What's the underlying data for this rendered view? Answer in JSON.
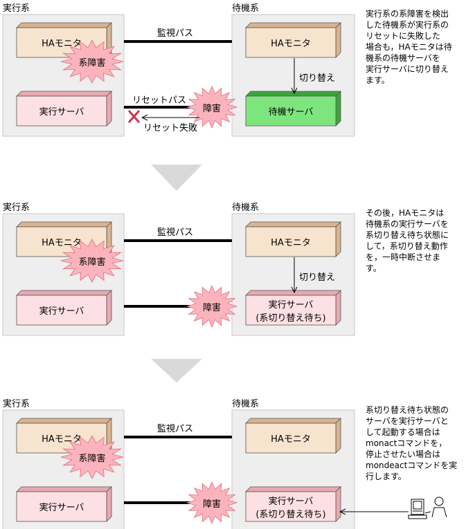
{
  "panels": [
    {
      "left_group": "実行系",
      "right_group": "待機系",
      "active_monitor": "HAモニタ",
      "system_fault": "系障害",
      "active_server": "実行サーバ",
      "monitor_path": "監視パス",
      "standby_monitor": "HAモニタ",
      "switch_label": "切り替え",
      "reset_path": "リセットパス",
      "reset_failed": "リセット失敗",
      "fault": "障害",
      "standby_server_line1": "待機サーバ",
      "standby_server_line2": "",
      "description": "実行系の系障害を検出\nした待機系が実行系の\nリセットに失敗した\n場合も，HAモニタは待\n機系の待機サーバを\n実行サーバに切り替え\nます。"
    },
    {
      "left_group": "実行系",
      "right_group": "待機系",
      "active_monitor": "HAモニタ",
      "system_fault": "系障害",
      "active_server": "実行サーバ",
      "monitor_path": "監視パス",
      "standby_monitor": "HAモニタ",
      "switch_label": "切り替え",
      "fault": "障害",
      "standby_server_line1": "実行サーバ",
      "standby_server_line2": "(系切り替え待ち)",
      "description": "その後，HAモニタは\n待機系の実行サーバを\n系切り替え待ち状態に\nして，系切り替え動作\nを，一時中断させま\nす。"
    },
    {
      "left_group": "実行系",
      "right_group": "待機系",
      "active_monitor": "HAモニタ",
      "system_fault": "系障害",
      "active_server": "実行サーバ",
      "monitor_path": "監視パス",
      "standby_monitor": "HAモニタ",
      "fault": "障害",
      "standby_server_line1": "実行サーバ",
      "standby_server_line2": "(系切り替え待ち)",
      "description": "系切り替え待ち状態の\nサーバを実行サーバと\nして起動する場合は\nmonactコマンドを，\n停止させたい場合は\nmondeactコマンドを実\n行します。"
    }
  ],
  "colors": {
    "group_bg": "#eeeeee",
    "monitor_box": "#f7e4cf",
    "monitor_box_side": "#d9b48f",
    "server_box": "#fde0e3",
    "server_box_side": "#e8a9b0",
    "standby_box_green": "#7ee57e",
    "standby_box_green_side": "#3ea33e",
    "burst": "#fbb4bd",
    "burst_stroke": "#e46c7c",
    "x_mark": "#d2344a",
    "arrow_divider": "#d9d9d9"
  },
  "icons": [
    "operator-terminal-icon",
    "fault-burst-icon",
    "failure-x-icon",
    "down-arrow-divider-icon"
  ]
}
